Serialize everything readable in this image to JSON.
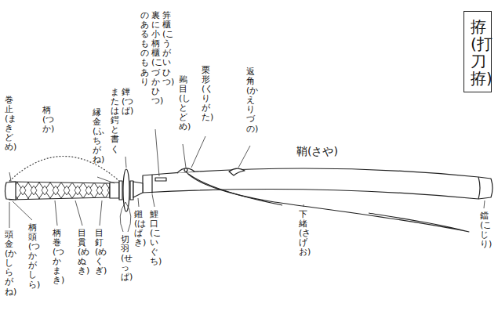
{
  "diagram": {
    "nodes": [
      {
        "text": [
          "拵(打刀拵)"
        ]
      }
    ],
    "labels": [
      "巻止(まきどめ)",
      "柄(つか)",
      "縁金(ふちがね)",
      "鐔(つば)",
      "または鍔と書く",
      "笄櫃(こうがいひつ)",
      "裏に小柄櫃(こづかひつ)",
      "のあるものもあり",
      "鵐目(しとどめ)",
      "栗形(くりがた)",
      "返角(かえりづの)",
      "鞘(さや)",
      "頭金(かしらがね)",
      "柄頭(つかがしら)",
      "柄巻(つかまき)",
      "目貫(めぬき)",
      "目釘(めくぎ)",
      "切羽(せっぱ)",
      "鎺(はばき)",
      "鯉口(こいぐち)",
      "下緒(さげお)",
      "鐺(こじり)"
    ]
  }
}
